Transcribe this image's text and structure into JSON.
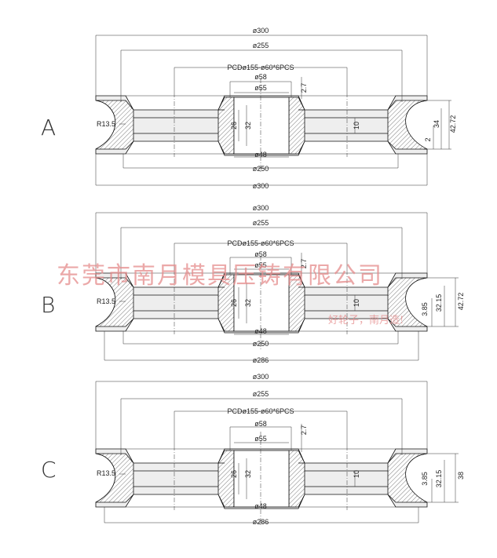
{
  "views": [
    {
      "id": "A",
      "label": "A",
      "dims": {
        "d300": "ø300",
        "d255": "ø255",
        "pcd": "PCDø155-ø60*6PCS",
        "d58": "ø58",
        "d55": "ø55",
        "t27": "2.7",
        "r": "R13.5",
        "h26": "26",
        "h32": "32",
        "t10": "10",
        "d48": "ø48",
        "d250": "ø250",
        "dBottom": "ø300",
        "s1": "2",
        "s2": "34",
        "s3": "42.72"
      }
    },
    {
      "id": "B",
      "label": "B",
      "dims": {
        "d300": "ø300",
        "d255": "ø255",
        "pcd": "PCDø155-ø60*6PCS",
        "d58": "ø58",
        "d55": "ø55",
        "t27": "2.7",
        "r": "R13.5",
        "h26": "26",
        "h32": "32",
        "t10": "10",
        "d48": "ø48",
        "d250": "ø250",
        "dBottom": "ø286",
        "s1": "3.85",
        "s2": "32.15",
        "s3": "42.72"
      }
    },
    {
      "id": "C",
      "label": "C",
      "dims": {
        "d300": "ø300",
        "d255": "ø255",
        "pcd": "PCDø155-ø60*6PCS",
        "d58": "ø58",
        "d55": "ø55",
        "t27": "2.7",
        "r": "R13.5",
        "h26": "26",
        "h32": "32",
        "t10": "10",
        "d48": "ø48",
        "dBottom": "ø286",
        "s1": "3.85",
        "s2": "32.15",
        "s3": "38"
      }
    }
  ],
  "watermark": {
    "company": "东莞市南月模具压铸有限公司",
    "slogan": "好轮子，南月造!"
  },
  "colors": {
    "line": "#111111",
    "watermark": "#e58b8b"
  }
}
